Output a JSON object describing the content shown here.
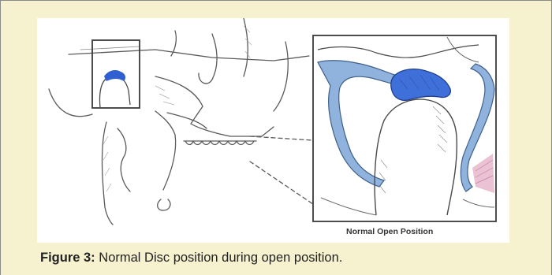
{
  "figure": {
    "label": "Figure 3:",
    "caption": "Normal Disc position during open position.",
    "inset_label": "Normal Open Position"
  },
  "colors": {
    "background": "#f6f1cf",
    "disc_blue": "#2f5fd0",
    "cartilage_blue": "#8fb3dc",
    "muscle_pink": "#d98fae"
  }
}
